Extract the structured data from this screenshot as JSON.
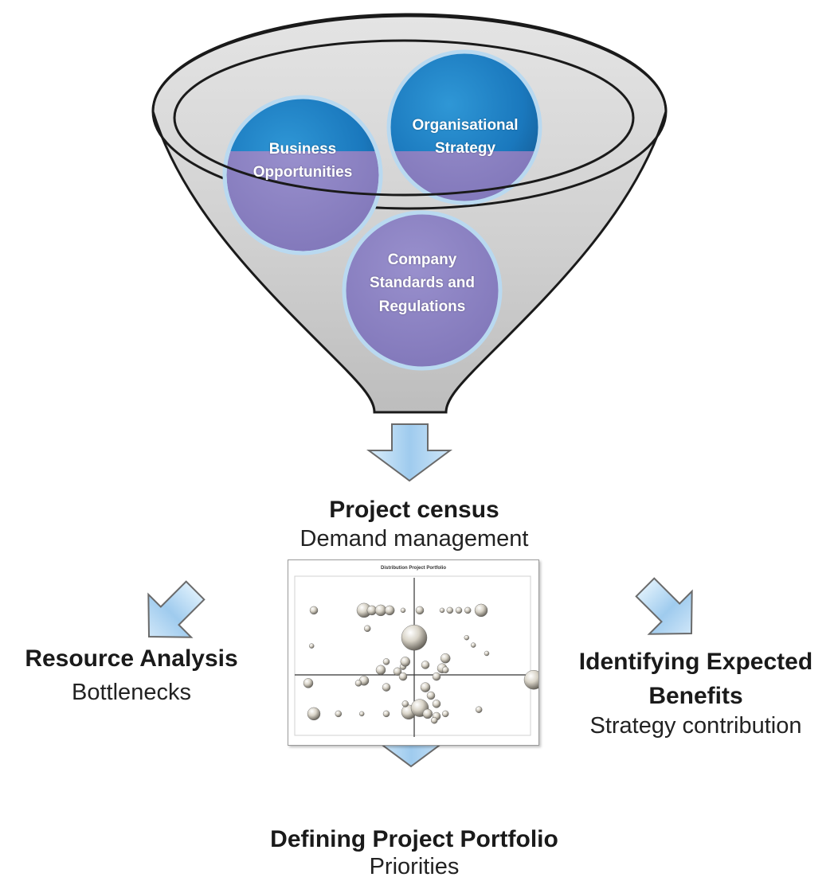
{
  "funnel": {
    "circles": [
      {
        "id": "business",
        "label": "Business Opportunities"
      },
      {
        "id": "strategy",
        "label": "Organisational Strategy"
      },
      {
        "id": "standards",
        "label": "Company Standards and Regulations"
      }
    ],
    "colors": {
      "funnel_fill": "#d4d4d4",
      "circle_blue": "#1f7ec0",
      "circle_purple": "#8c82c2",
      "arrow_fill": "#a9d0ee"
    }
  },
  "census": {
    "title": "Project census",
    "subtitle": "Demand management"
  },
  "resource": {
    "title": "Resource Analysis",
    "subtitle": "Bottlenecks"
  },
  "benefits": {
    "title_line1": "Identifying Expected",
    "title_line2": "Benefits",
    "subtitle": "Strategy contribution"
  },
  "portfolio": {
    "title": "Defining Project Portfolio",
    "subtitle": "Priorities"
  },
  "chart_data": {
    "type": "scatter",
    "title": "Distribution Project Portfolio",
    "xlim": [
      -100,
      100
    ],
    "ylim": [
      -100,
      100
    ],
    "points": [
      {
        "x": -90,
        "y": 78,
        "size": 5
      },
      {
        "x": -45,
        "y": 78,
        "size": 9
      },
      {
        "x": -38,
        "y": 78,
        "size": 6
      },
      {
        "x": -30,
        "y": 78,
        "size": 7
      },
      {
        "x": -22,
        "y": 78,
        "size": 6
      },
      {
        "x": -10,
        "y": 78,
        "size": 3
      },
      {
        "x": 5,
        "y": 78,
        "size": 5
      },
      {
        "x": 25,
        "y": 78,
        "size": 3
      },
      {
        "x": 32,
        "y": 78,
        "size": 4
      },
      {
        "x": 40,
        "y": 78,
        "size": 4
      },
      {
        "x": 48,
        "y": 78,
        "size": 4
      },
      {
        "x": 60,
        "y": 78,
        "size": 8
      },
      {
        "x": -42,
        "y": 56,
        "size": 4
      },
      {
        "x": 0,
        "y": 45,
        "size": 16
      },
      {
        "x": 47,
        "y": 45,
        "size": 3
      },
      {
        "x": -92,
        "y": 35,
        "size": 3
      },
      {
        "x": 53,
        "y": 36,
        "size": 3
      },
      {
        "x": 65,
        "y": 26,
        "size": 3
      },
      {
        "x": -25,
        "y": 16,
        "size": 4
      },
      {
        "x": -10,
        "y": 10,
        "size": 4
      },
      {
        "x": -30,
        "y": 6,
        "size": 6
      },
      {
        "x": -8,
        "y": 16,
        "size": 6
      },
      {
        "x": 28,
        "y": 20,
        "size": 6
      },
      {
        "x": 25,
        "y": 8,
        "size": 6
      },
      {
        "x": -15,
        "y": 4,
        "size": 5
      },
      {
        "x": -10,
        "y": -2,
        "size": 5
      },
      {
        "x": 20,
        "y": -2,
        "size": 5
      },
      {
        "x": 28,
        "y": 6,
        "size": 4
      },
      {
        "x": 10,
        "y": 12,
        "size": 5
      },
      {
        "x": -45,
        "y": -7,
        "size": 6
      },
      {
        "x": -50,
        "y": -10,
        "size": 4
      },
      {
        "x": -25,
        "y": -15,
        "size": 5
      },
      {
        "x": 10,
        "y": -15,
        "size": 6
      },
      {
        "x": 15,
        "y": -25,
        "size": 5
      },
      {
        "x": -95,
        "y": -10,
        "size": 6
      },
      {
        "x": 118,
        "y": -6,
        "size": 12
      },
      {
        "x": 20,
        "y": -35,
        "size": 5
      },
      {
        "x": 28,
        "y": -47,
        "size": 4
      },
      {
        "x": -68,
        "y": -47,
        "size": 4
      },
      {
        "x": -90,
        "y": -47,
        "size": 8
      },
      {
        "x": -47,
        "y": -47,
        "size": 3
      },
      {
        "x": -25,
        "y": -47,
        "size": 4
      },
      {
        "x": -5,
        "y": -45,
        "size": 9
      },
      {
        "x": 5,
        "y": -40,
        "size": 11
      },
      {
        "x": 12,
        "y": -47,
        "size": 6
      },
      {
        "x": 20,
        "y": -50,
        "size": 5
      },
      {
        "x": 58,
        "y": -42,
        "size": 4
      },
      {
        "x": -8,
        "y": -35,
        "size": 4
      },
      {
        "x": 18,
        "y": -55,
        "size": 4
      }
    ]
  }
}
